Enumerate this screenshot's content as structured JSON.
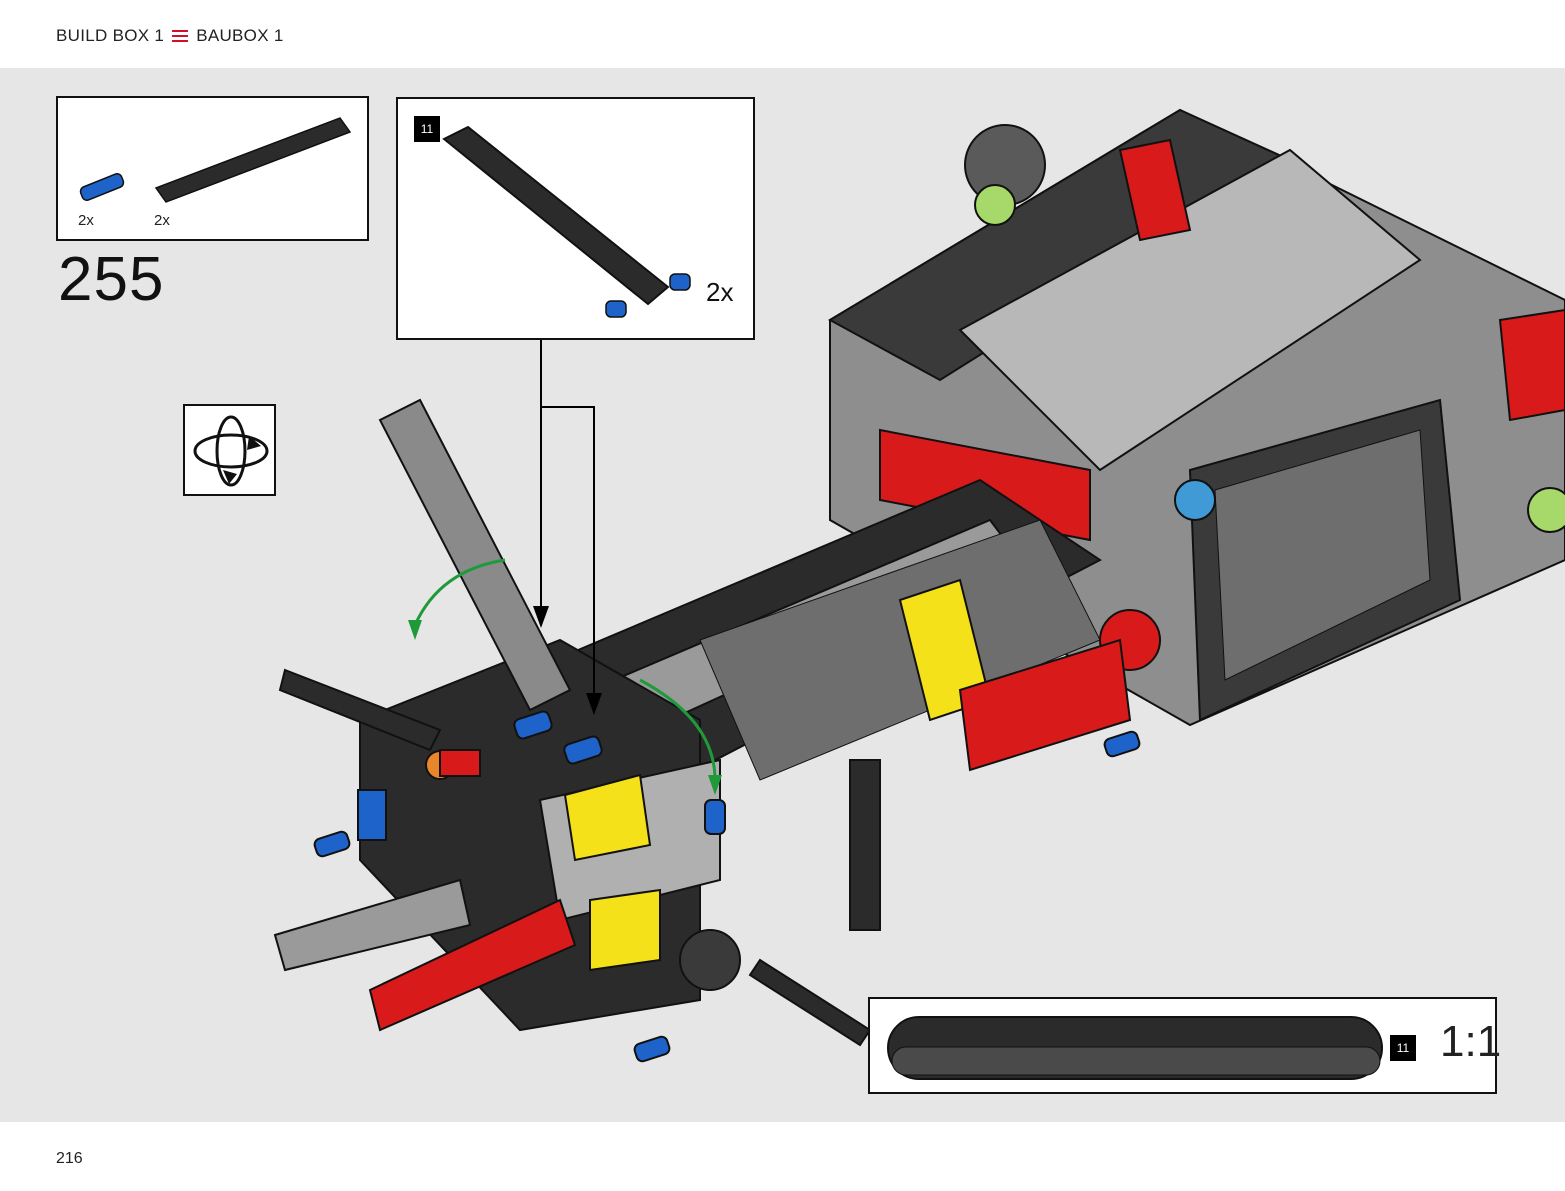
{
  "header": {
    "build_box_en": "BUILD BOX 1",
    "menu_icon": "three-line-menu-icon",
    "build_box_de": "BAUBOX 1"
  },
  "step": {
    "number": "255"
  },
  "parts_callout": {
    "items": [
      {
        "name": "blue-axle-pin",
        "qty": "2x"
      },
      {
        "name": "black-beam-9",
        "qty": "2x"
      }
    ]
  },
  "sub_step": {
    "badge": "11",
    "qty": "2x"
  },
  "scale_box": {
    "badge": "11",
    "scale": "1:1"
  },
  "rotate_icon": "rotate-model-icon",
  "footer": {
    "page_number": "216"
  },
  "colors": {
    "accent_red": "#d0102a",
    "canvas_gray": "#e6e6e6",
    "beam_black": "#2b2b2b",
    "beam_gray": "#9a9a9a",
    "part_red": "#d81a1a",
    "part_yellow": "#f5e11a",
    "part_blue": "#1e63c9",
    "arrow_green": "#1f9a3a"
  }
}
